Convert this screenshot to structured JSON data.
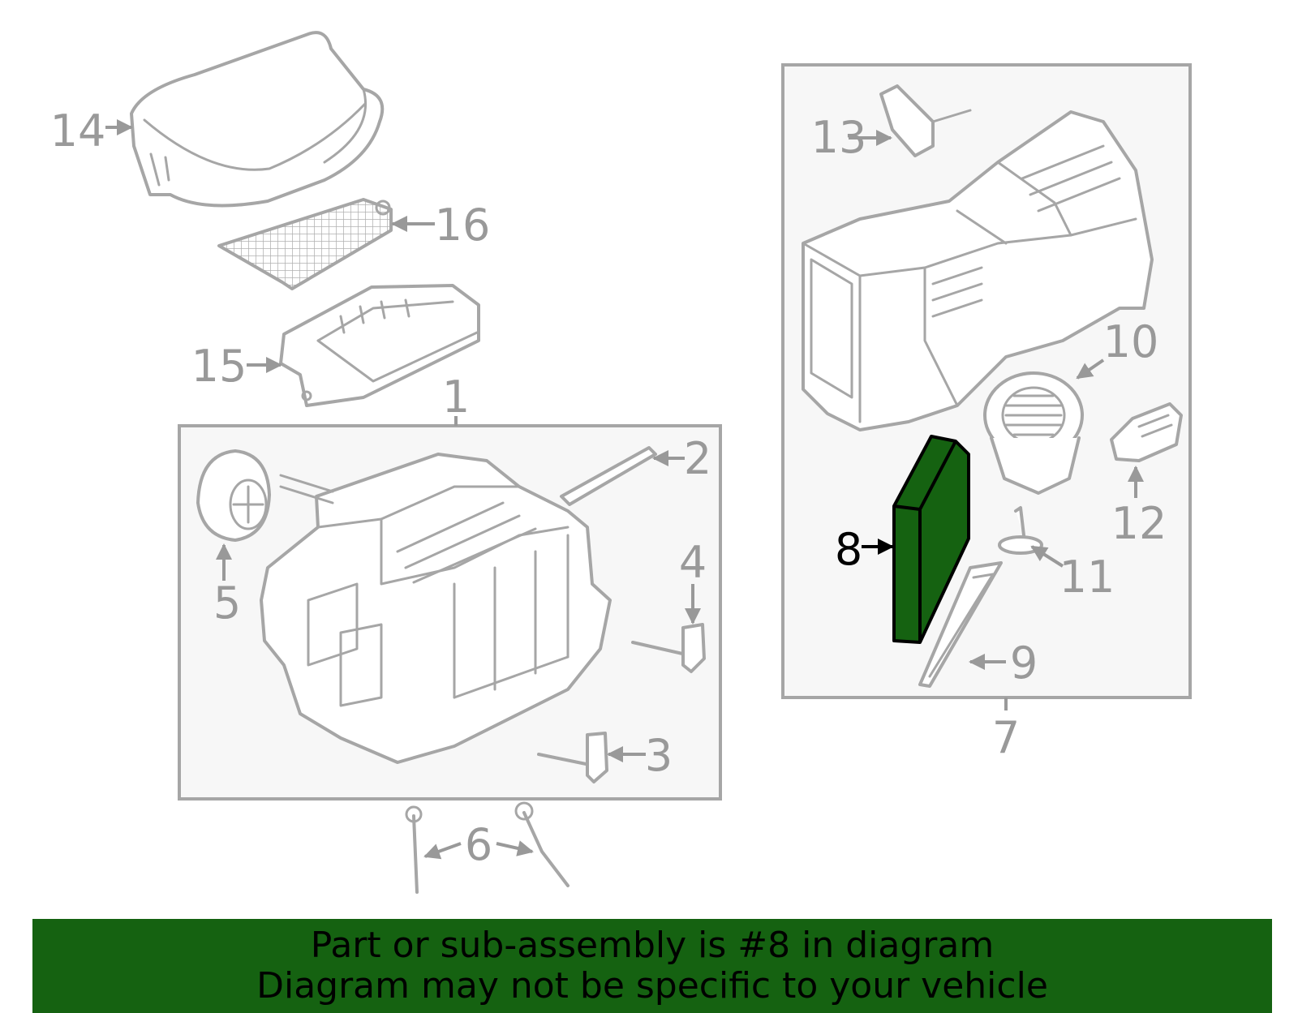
{
  "colors": {
    "highlight": "#156211",
    "line": "#a6a6a6",
    "label": "#999999",
    "highlight_label": "#000000",
    "box_fill": "#f7f7f7"
  },
  "callouts": {
    "p1": "1",
    "p2": "2",
    "p3": "3",
    "p4": "4",
    "p5": "5",
    "p6": "6",
    "p7": "7",
    "p8": "8",
    "p9": "9",
    "p10": "10",
    "p11": "11",
    "p12": "12",
    "p13": "13",
    "p14": "14",
    "p15": "15",
    "p16": "16"
  },
  "highlighted_part": "8",
  "footer": {
    "line1": "Part or sub-assembly is #8 in diagram",
    "line2": "Diagram may not be specific to your vehicle"
  }
}
